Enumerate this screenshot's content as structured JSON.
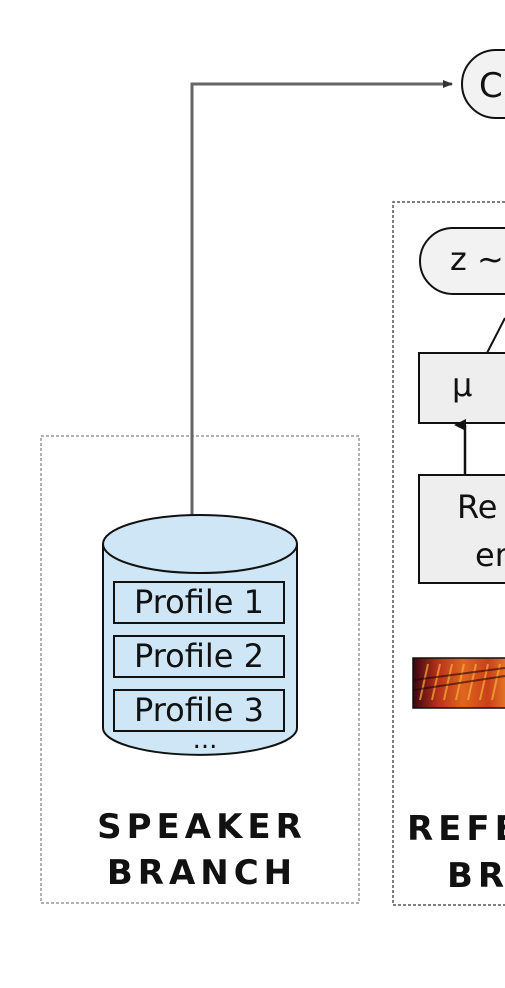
{
  "speaker_branch": {
    "profiles": [
      "Profile 1",
      "Profile 2",
      "Profile 3"
    ],
    "ellipsis": "...",
    "title_line1": "SPEAKER",
    "title_line2": "BRANCH"
  },
  "reference_branch": {
    "title_line1": "REFE",
    "title_line2": "BR",
    "sample_label": "z ~",
    "mu_label": "μ",
    "encoder_line1": "Re",
    "encoder_line2": "en"
  },
  "output_node_label": "C",
  "colors": {
    "cylinder_fill": "#cfe6f7",
    "box_fill": "#eeeeee",
    "stroke": "#111111",
    "arrow": "#666666",
    "dashed_border": "#999999"
  }
}
